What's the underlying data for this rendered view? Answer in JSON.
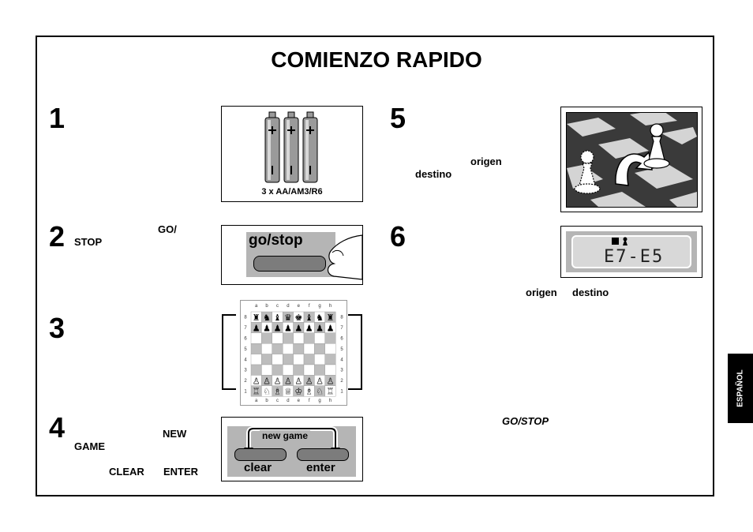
{
  "title": "COMIENZO RAPIDO",
  "steps": {
    "s1": {
      "number": "1",
      "battery_caption": "3 x AA/AM3/R6"
    },
    "s2": {
      "number": "2",
      "kw_go": "GO/",
      "kw_stop": "STOP",
      "button_label": "go/stop"
    },
    "s3": {
      "number": "3",
      "files": [
        "a",
        "b",
        "c",
        "d",
        "e",
        "f",
        "g",
        "h"
      ],
      "ranks": [
        "8",
        "7",
        "6",
        "5",
        "4",
        "3",
        "2",
        "1"
      ]
    },
    "s4": {
      "number": "4",
      "kw_new": "NEW",
      "kw_game": "GAME",
      "kw_clear": "CLEAR",
      "kw_enter": "ENTER",
      "new_game_label": "new game",
      "clear_label": "clear",
      "enter_label": "enter"
    },
    "s5": {
      "number": "5",
      "kw_origen": "origen",
      "kw_destino": "destino"
    },
    "s6": {
      "number": "6",
      "display_text": "E7-E5",
      "kw_origen": "origen",
      "kw_destino": "destino",
      "kw_gostop": "GO/STOP"
    }
  },
  "side_tab": "ESPAÑOL"
}
